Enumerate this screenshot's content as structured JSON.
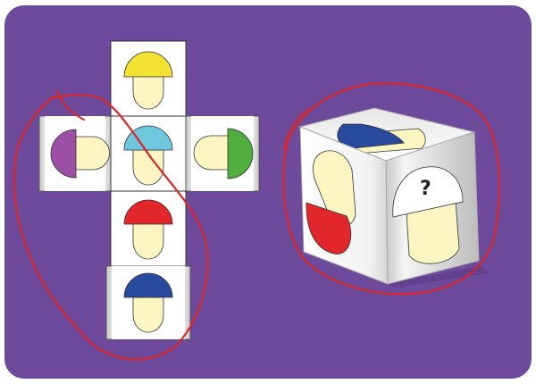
{
  "puzzle": {
    "question_mark": "?",
    "colors": {
      "background": "#6e4a9c",
      "face_white": "#ffffff",
      "stem_cream": "#fdf6c3",
      "yellow": "#f3e232",
      "cyan": "#6ec8dd",
      "purple": "#9b4fa5",
      "green": "#4fae3e",
      "red": "#e2272c",
      "blue": "#274a9d",
      "circle_red": "#d8262b"
    },
    "net_faces": [
      {
        "name": "net-face-top",
        "cap_color": "yellow",
        "orientation": "cap-up"
      },
      {
        "name": "net-face-left",
        "cap_color": "purple",
        "orientation": "cap-left"
      },
      {
        "name": "net-face-center",
        "cap_color": "cyan",
        "orientation": "cap-up"
      },
      {
        "name": "net-face-right",
        "cap_color": "green",
        "orientation": "cap-right"
      },
      {
        "name": "net-face-red",
        "cap_color": "red",
        "orientation": "cap-up"
      },
      {
        "name": "net-face-bottom",
        "cap_color": "blue",
        "orientation": "cap-up"
      }
    ],
    "cube_faces": [
      {
        "name": "cube-top-face",
        "cap_color": "blue"
      },
      {
        "name": "cube-left-face",
        "cap_color": "red"
      },
      {
        "name": "cube-right-face",
        "cap_color": "unknown"
      }
    ]
  }
}
